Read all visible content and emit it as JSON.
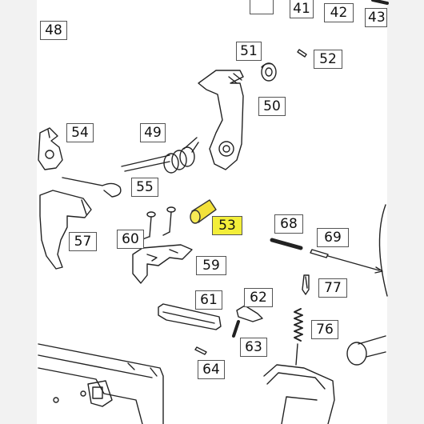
{
  "labels": [
    {
      "id": "41",
      "text": "41"
    },
    {
      "id": "42",
      "text": "42"
    },
    {
      "id": "43",
      "text": "43"
    },
    {
      "id": "48",
      "text": "48"
    },
    {
      "id": "49",
      "text": "49"
    },
    {
      "id": "50",
      "text": "50"
    },
    {
      "id": "51",
      "text": "51"
    },
    {
      "id": "52",
      "text": "52"
    },
    {
      "id": "53",
      "text": "53",
      "highlighted": true
    },
    {
      "id": "54",
      "text": "54"
    },
    {
      "id": "55",
      "text": "55"
    },
    {
      "id": "57",
      "text": "57"
    },
    {
      "id": "59",
      "text": "59"
    },
    {
      "id": "60",
      "text": "60"
    },
    {
      "id": "61",
      "text": "61"
    },
    {
      "id": "62",
      "text": "62"
    },
    {
      "id": "63",
      "text": "63"
    },
    {
      "id": "64",
      "text": "64"
    },
    {
      "id": "68",
      "text": "68"
    },
    {
      "id": "69",
      "text": "69"
    },
    {
      "id": "76",
      "text": "76"
    },
    {
      "id": "77",
      "text": "77"
    }
  ],
  "colors": {
    "highlight_part": "#f3e13a",
    "highlight_label": "#f3ee3a",
    "line": "#222222"
  }
}
